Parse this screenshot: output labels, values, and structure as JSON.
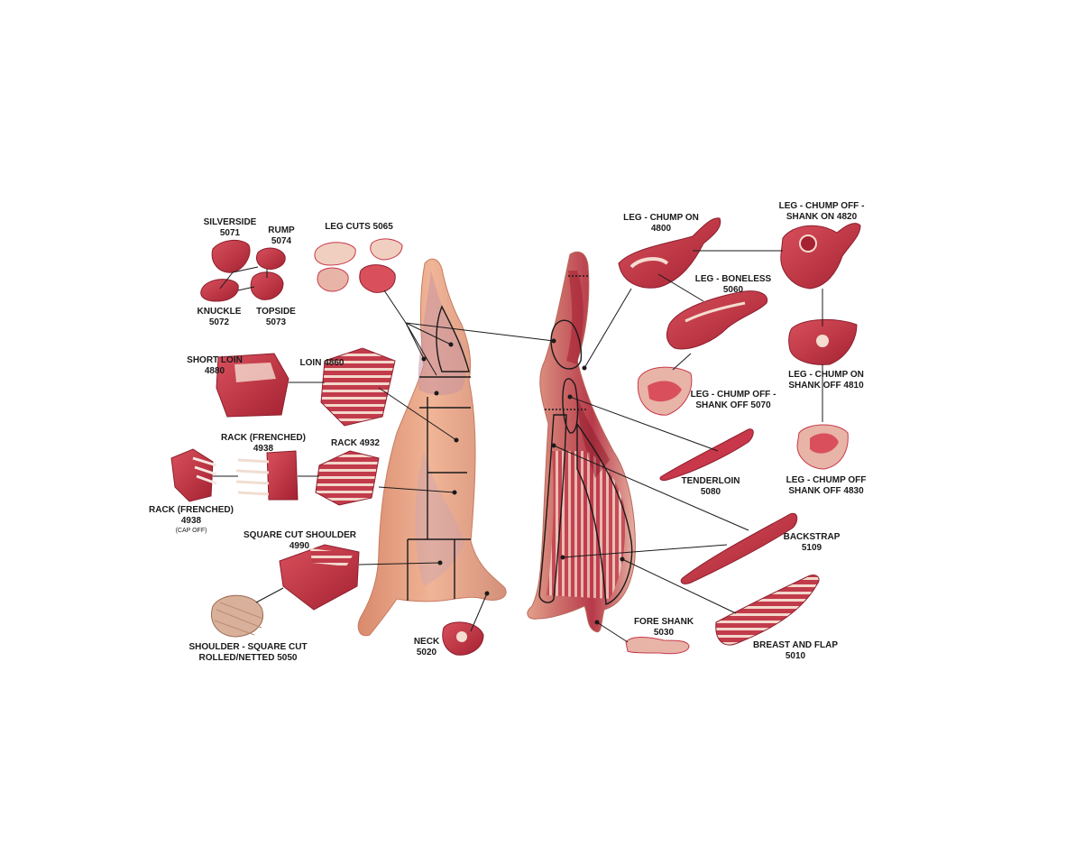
{
  "colors": {
    "carcass_fat": "#e9a98c",
    "carcass_shadow": "#d68a6e",
    "meat": "#c8384a",
    "meat_dark": "#9e1f30",
    "fat": "#f4dcd0",
    "line": "#1a1a1a"
  },
  "labels": {
    "silverside": {
      "l1": "SILVERSIDE",
      "l2": "5071"
    },
    "rump": {
      "l1": "RUMP",
      "l2": "5074"
    },
    "knuckle": {
      "l1": "KNUCKLE",
      "l2": "5072"
    },
    "topside": {
      "l1": "TOPSIDE",
      "l2": "5073"
    },
    "leg_cuts": {
      "l1": "LEG CUTS 5065"
    },
    "short_loin": {
      "l1": "SHORT LOIN",
      "l2": "4880"
    },
    "loin": {
      "l1": "LOIN 4860"
    },
    "rack_frenched": {
      "l1": "RACK (FRENCHED)",
      "l2": "4938"
    },
    "rack": {
      "l1": "RACK 4932"
    },
    "rack_frenched_cap_off": {
      "l1": "RACK (FRENCHED)",
      "l2": "4938",
      "l3": "(CAP OFF)"
    },
    "square_cut_shoulder": {
      "l1": "SQUARE CUT SHOULDER",
      "l2": "4990"
    },
    "shoulder_rolled": {
      "l1": "SHOULDER - SQUARE CUT",
      "l2": "ROLLED/NETTED 5050"
    },
    "neck": {
      "l1": "NECK",
      "l2": "5020"
    },
    "leg_chump_on": {
      "l1": "LEG - CHUMP ON",
      "l2": "4800"
    },
    "leg_chump_off_shank_on": {
      "l1": "LEG - CHUMP OFF -",
      "l2": "SHANK ON 4820"
    },
    "leg_boneless": {
      "l1": "LEG - BONELESS",
      "l2": "5060"
    },
    "leg_chump_off_shank_off_5070": {
      "l1": "LEG - CHUMP OFF -",
      "l2": "SHANK OFF 5070"
    },
    "leg_chump_on_shank_off": {
      "l1": "LEG - CHUMP ON",
      "l2": "SHANK OFF 4810"
    },
    "tenderloin": {
      "l1": "TENDERLOIN",
      "l2": "5080"
    },
    "leg_chump_off_shank_off_4830": {
      "l1": "LEG - CHUMP OFF",
      "l2": "SHANK OFF 4830"
    },
    "backstrap": {
      "l1": "BACKSTRAP",
      "l2": "5109"
    },
    "fore_shank": {
      "l1": "FORE SHANK",
      "l2": "5030"
    },
    "breast_and_flap": {
      "l1": "BREAST AND FLAP",
      "l2": "5010"
    }
  }
}
